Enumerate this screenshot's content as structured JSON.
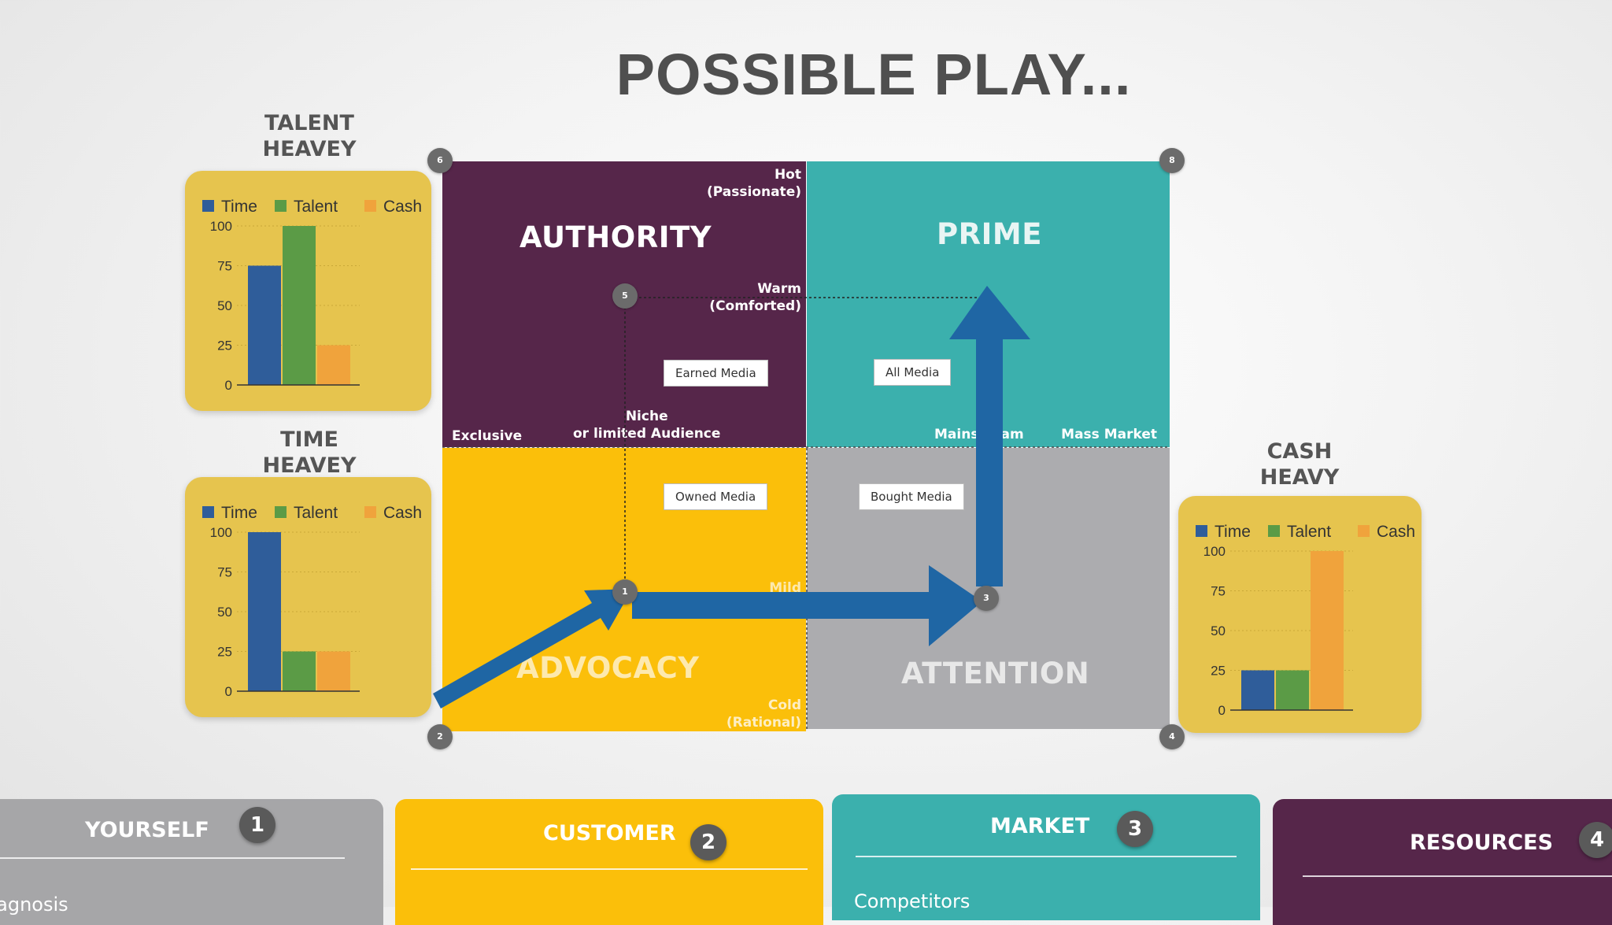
{
  "title": "POSSIBLE PLAY...",
  "cards": [
    {
      "heading_1": "TALENT",
      "heading_2": "HEAVEY"
    },
    {
      "heading_1": "TIME",
      "heading_2": "HEAVEY"
    },
    {
      "heading_1": "CASH",
      "heading_2": "HEAVY"
    }
  ],
  "chart_data": [
    {
      "type": "bar",
      "categories": [
        "Time",
        "Talent",
        "Cash"
      ],
      "values": [
        75,
        100,
        25
      ],
      "yticks": [
        "100",
        "75",
        "50",
        "25",
        "0"
      ],
      "ylim": [
        0,
        100
      ],
      "legend": "top",
      "colors": [
        "#2f5d9a",
        "#5b9b46",
        "#f0a33c"
      ]
    },
    {
      "type": "bar",
      "categories": [
        "Time",
        "Talent",
        "Cash"
      ],
      "values": [
        100,
        25,
        25
      ],
      "yticks": [
        "100",
        "75",
        "50",
        "25",
        "0"
      ],
      "ylim": [
        0,
        100
      ],
      "legend": "top",
      "colors": [
        "#2f5d9a",
        "#5b9b46",
        "#f0a33c"
      ]
    },
    {
      "type": "bar",
      "categories": [
        "Time",
        "Talent",
        "Cash"
      ],
      "values": [
        25,
        25,
        100
      ],
      "yticks": [
        "100",
        "75",
        "50",
        "25",
        "0"
      ],
      "ylim": [
        0,
        100
      ],
      "legend": "top",
      "colors": [
        "#2f5d9a",
        "#5b9b46",
        "#f0a33c"
      ]
    }
  ],
  "matrix": {
    "authority": "AUTHORITY",
    "prime": "PRIME",
    "advocacy": "ADVOCACY",
    "attention": "ATTENTION",
    "hot_1": "Hot",
    "hot_2": "(Passionate)",
    "warm_1": "Warm",
    "warm_2": "(Comforted)",
    "mild": "Mild",
    "cold_1": "Cold",
    "cold_2": "(Rational)",
    "exclusive": "Exclusive",
    "niche_1": "Niche",
    "niche_2": "or limited Audience",
    "mainstream": "Mainstream",
    "mass_market": "Mass Market",
    "earned_media": "Earned Media",
    "all_media": "All Media",
    "owned_media": "Owned Media",
    "bought_media": "Bought Media",
    "points": [
      "1",
      "2",
      "3",
      "4",
      "5",
      "6",
      "8"
    ]
  },
  "colors": {
    "authority": "#56264a",
    "prime": "#3bb0ad",
    "advocacy": "#fbbf0a",
    "attention": "#acacaf",
    "arrow": "#1f66a4",
    "card": "#e6c44e"
  },
  "panels": [
    {
      "title": "YOURSELF",
      "num": "1",
      "item": "Diagnosis"
    },
    {
      "title": "CUSTOMER",
      "num": "2",
      "item": ""
    },
    {
      "title": "MARKET",
      "num": "3",
      "item": "Competitors"
    },
    {
      "title": "RESOURCES",
      "num": "4",
      "item": ""
    }
  ]
}
